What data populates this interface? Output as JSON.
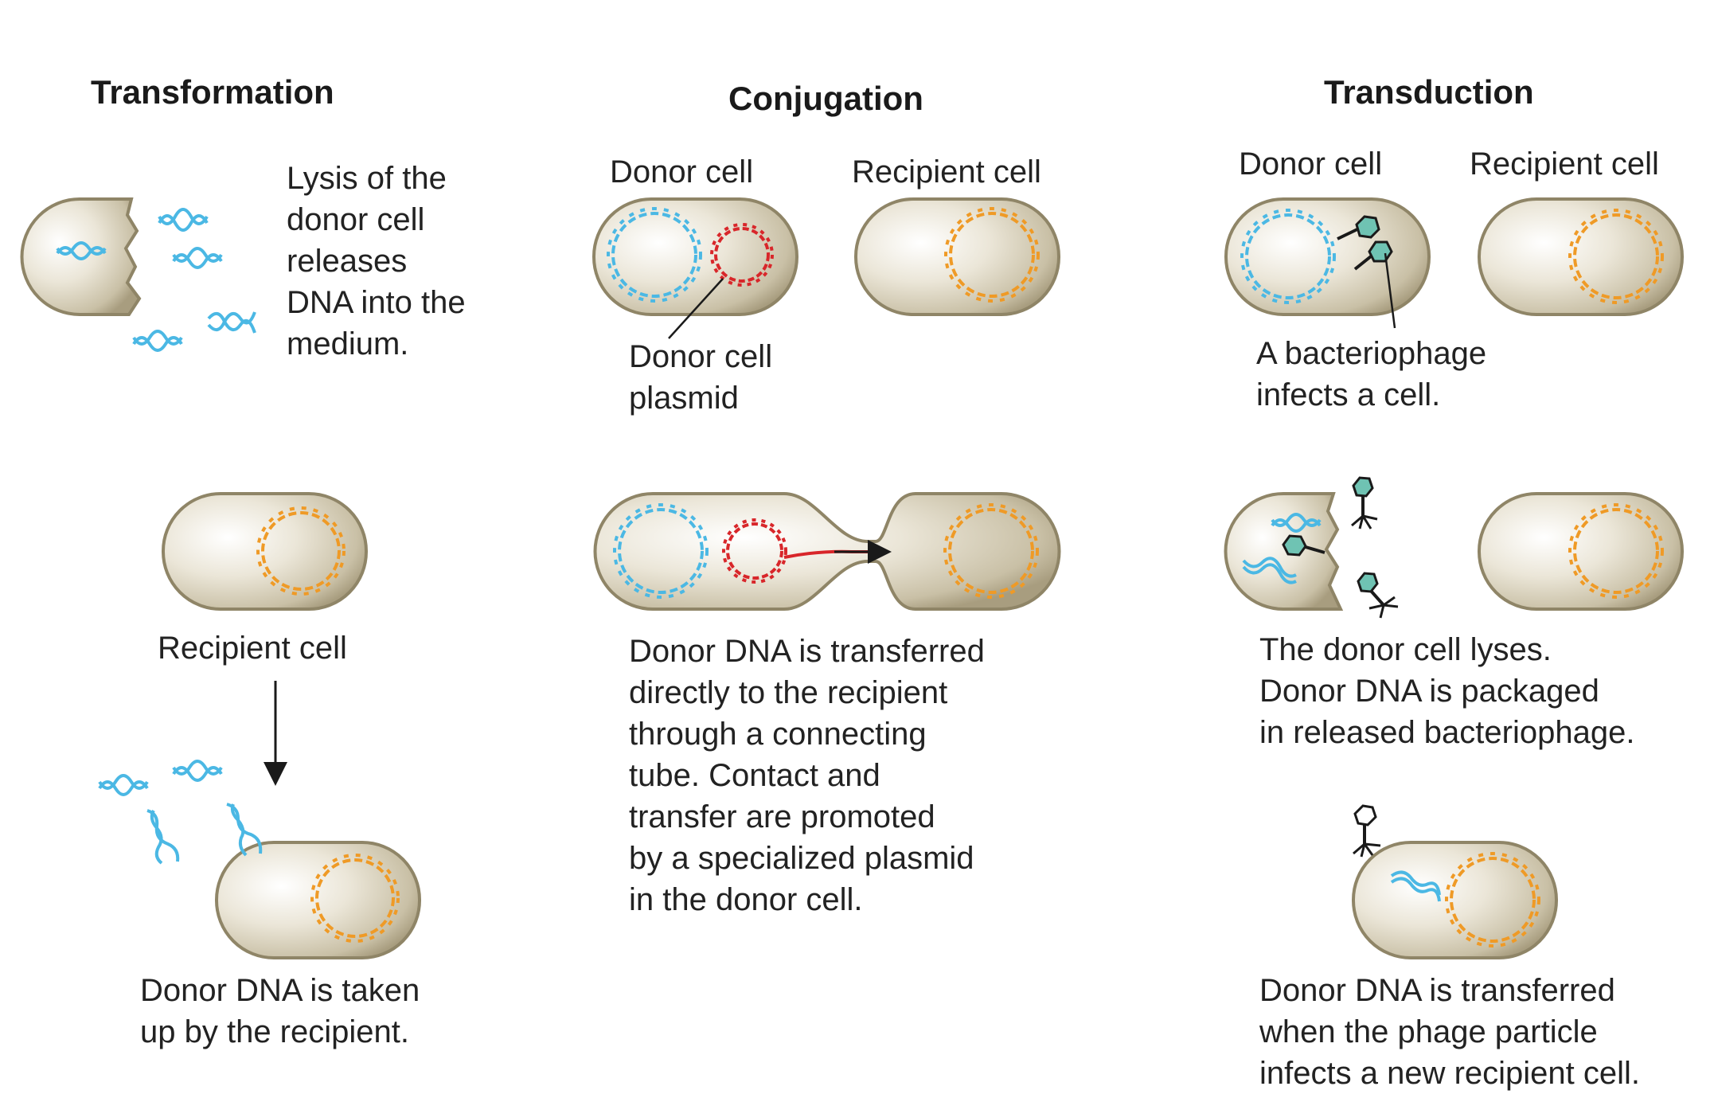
{
  "headings": {
    "transformation": "Transformation",
    "conjugation": "Conjugation",
    "transduction": "Transduction"
  },
  "transformation": {
    "lysis_text": "Lysis of the\ndonor cell\nreleases\nDNA into the\nmedium.",
    "recipient_label": "Recipient cell",
    "uptake_text": "Donor DNA is taken\nup by the recipient."
  },
  "conjugation": {
    "donor_label": "Donor cell",
    "recipient_label": "Recipient cell",
    "plasmid_label": "Donor cell\nplasmid",
    "transfer_text": "Donor DNA is transferred\ndirectly to the recipient\nthrough a connecting\ntube. Contact and\ntransfer are promoted\nby a specialized plasmid\nin the donor cell."
  },
  "transduction": {
    "donor_label": "Donor cell",
    "recipient_label": "Recipient cell",
    "infect_text": "A bacteriophage\ninfects a cell.",
    "lyse_text": "The donor cell lyses.\nDonor DNA is packaged\nin released bacteriophage.",
    "transfer_text": "Donor DNA is transferred\nwhen the phage particle\ninfects a new recipient cell."
  },
  "colors": {
    "cell_fill": "#d8d1bd",
    "cell_edge": "#8f8567",
    "donor_dna": "#4bb8e4",
    "plasmid": "#d8262a",
    "recipient_dna": "#ef9a26",
    "phage_head": "#6fc3b3"
  }
}
